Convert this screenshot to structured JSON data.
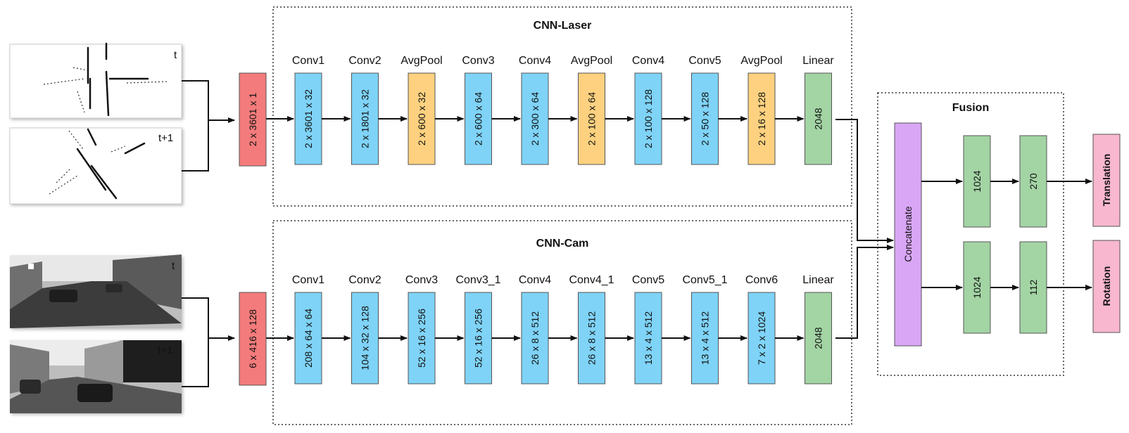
{
  "colors": {
    "input": "#f47b7b",
    "conv": "#7fd3f7",
    "pool": "#fdd17f",
    "linear": "#a3d4a4",
    "fusion_fc": "#a3d4a4",
    "concat": "#d9a6f6",
    "output": "#f8b7cf"
  },
  "laser": {
    "title": "CNN-Laser",
    "frame_t": "t",
    "frame_t1": "t+1",
    "input": "2 x 3601 x 1",
    "layers": [
      {
        "name": "Conv1",
        "dims": "2 x 3601 x 32",
        "kind": "conv"
      },
      {
        "name": "Conv2",
        "dims": "2 x 1801 x 32",
        "kind": "conv"
      },
      {
        "name": "AvgPool",
        "dims": "2 x 600 x 32",
        "kind": "pool"
      },
      {
        "name": "Conv3",
        "dims": "2 x 600 x 64",
        "kind": "conv"
      },
      {
        "name": "Conv4",
        "dims": "2 x 300 x 64",
        "kind": "conv"
      },
      {
        "name": "AvgPool",
        "dims": "2 x 100 x 64",
        "kind": "pool"
      },
      {
        "name": "Conv4",
        "dims": "2 x 100 x 128",
        "kind": "conv"
      },
      {
        "name": "Conv5",
        "dims": "2 x 50 x 128",
        "kind": "conv"
      },
      {
        "name": "AvgPool",
        "dims": "2 x 16 x 128",
        "kind": "pool"
      },
      {
        "name": "Linear",
        "dims": "2048",
        "kind": "linear"
      }
    ]
  },
  "cam": {
    "title": "CNN-Cam",
    "frame_t": "t",
    "frame_t1": "t+1",
    "input": "6 x 416 x 128",
    "layers": [
      {
        "name": "Conv1",
        "dims": "208 x 64 x 64",
        "kind": "conv"
      },
      {
        "name": "Conv2",
        "dims": "104 x 32 x 128",
        "kind": "conv"
      },
      {
        "name": "Conv3",
        "dims": "52  x 16 x 256",
        "kind": "conv"
      },
      {
        "name": "Conv3_1",
        "dims": "52  x 16 x 256",
        "kind": "conv"
      },
      {
        "name": "Conv4",
        "dims": "26 x 8 x 512",
        "kind": "conv"
      },
      {
        "name": "Conv4_1",
        "dims": "26 x 8 x 512",
        "kind": "conv"
      },
      {
        "name": "Conv5",
        "dims": "13 x 4 x 512",
        "kind": "conv"
      },
      {
        "name": "Conv5_1",
        "dims": "13 x 4 x 512",
        "kind": "conv"
      },
      {
        "name": "Conv6",
        "dims": "7 x 2 x 1024",
        "kind": "conv"
      },
      {
        "name": "Linear",
        "dims": "2048",
        "kind": "linear"
      }
    ]
  },
  "fusion": {
    "title": "Fusion",
    "concat": "Concatenate",
    "translation_branch": [
      "1024",
      "270"
    ],
    "rotation_branch": [
      "1024",
      "112"
    ],
    "translation": "Translation",
    "rotation": "Rotation"
  }
}
